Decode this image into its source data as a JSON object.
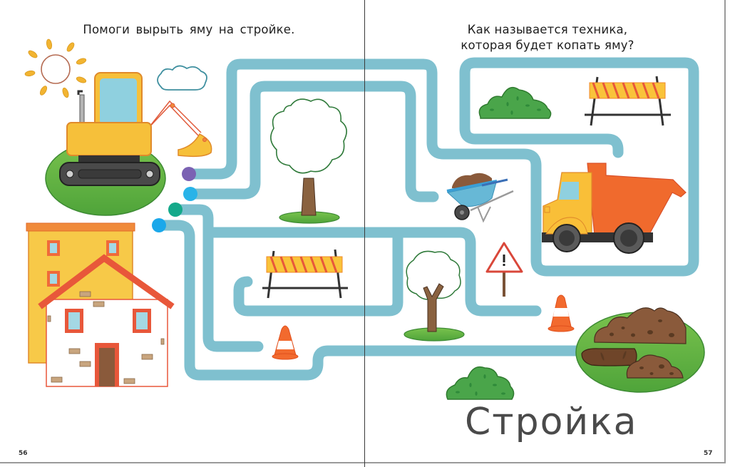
{
  "book": {
    "section_title": "Стройка",
    "left_page": {
      "page_number": "56",
      "instruction": "Помоги вырыть яму на стройке."
    },
    "right_page": {
      "page_number": "57",
      "question_line1": "Как называется техника,",
      "question_line2": "которая будет копать яму?"
    }
  },
  "maze": {
    "path_color": "#7fc0cf",
    "start_points": [
      {
        "id": "purple",
        "color": "#7b62b3"
      },
      {
        "id": "light-blue",
        "color": "#29b3e8"
      },
      {
        "id": "teal",
        "color": "#14a98a"
      },
      {
        "id": "sky-blue",
        "color": "#1ba8ea"
      }
    ],
    "goal": "dirt-pit"
  },
  "illustrations": [
    {
      "name": "sun-icon",
      "color": "#f2b431"
    },
    {
      "name": "cloud-icon",
      "color": "#3e8f9f"
    },
    {
      "name": "excavator-icon",
      "color": "#f6c03a"
    },
    {
      "name": "apartment-building-icon",
      "color": "#f7c948"
    },
    {
      "name": "house-icon",
      "color": "#e8573a"
    },
    {
      "name": "tree-icon"
    },
    {
      "name": "road-barrier-icon",
      "color": "#f7a238"
    },
    {
      "name": "traffic-cone-icon",
      "color": "#f26a2e"
    },
    {
      "name": "wheelbarrow-icon",
      "color": "#67b8d6"
    },
    {
      "name": "warning-sign-icon",
      "color": "#d9473a"
    },
    {
      "name": "dump-truck-icon",
      "color": "#f06a2d"
    },
    {
      "name": "bush-icon",
      "color": "#4aa54a"
    },
    {
      "name": "dirt-pit-icon",
      "color": "#8a5a3b"
    }
  ]
}
